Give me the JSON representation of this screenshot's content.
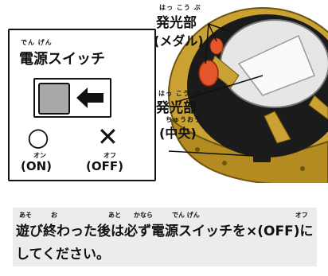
{
  "callouts": {
    "medal_ruby": "はっ こう ぶ",
    "medal_label": "発光部",
    "medal_sub": "(メダル)",
    "center_ruby": "はっ こう ぶ",
    "center_label": "発光部",
    "center_sub_ruby": "ちゅうおう",
    "center_sub": "(中央)"
  },
  "switch_panel": {
    "title_ruby": "でん げん",
    "title": "電源スイッチ",
    "on_symbol": "○",
    "off_symbol": "✕",
    "on_ruby": "オン",
    "on_label": "(ON)",
    "off_ruby": "オフ",
    "off_label": "(OFF)"
  },
  "notice": {
    "ruby_line": "あそ　　　お　　　　　　　　あと　　かなら　　　でん げん　　　　　　　　　　　　　　　オフ",
    "line1": "遊び終わった後は必ず電源スイッチを×(OFF)に",
    "line2": "してください。"
  },
  "colors": {
    "gold": "#c9a233",
    "gold_dark": "#8a6a12",
    "black_body": "#1b1b1b",
    "notice_bg": "#ececec",
    "switch_knob": "#a9a9a9"
  }
}
